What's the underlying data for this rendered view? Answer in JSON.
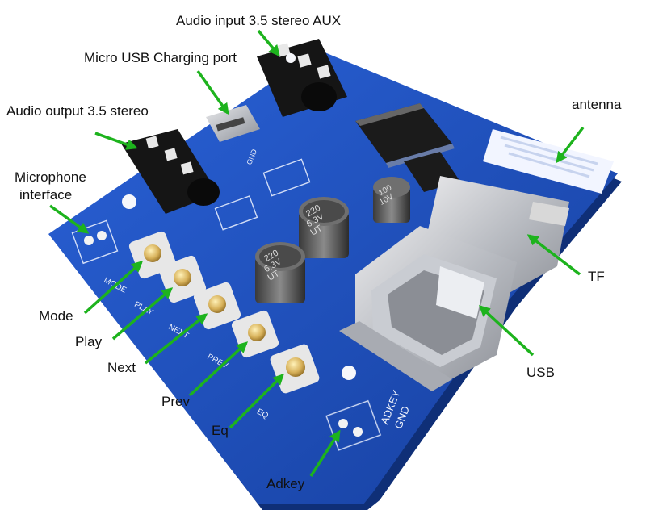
{
  "labels": {
    "audio_input": "Audio input 3.5 stereo AUX",
    "micro_usb": "Micro USB Charging port",
    "audio_output": "Audio output 3.5 stereo",
    "microphone_line1": "Microphone",
    "microphone_line2": "interface",
    "antenna": "antenna",
    "tf": "TF",
    "usb": "USB",
    "mode": "Mode",
    "play": "Play",
    "next": "Next",
    "prev": "Prev",
    "eq": "Eq",
    "adkey": "Adkey"
  },
  "silkscreen": {
    "mode": "MODE",
    "play": "PLAY",
    "next": "NEXT",
    "prev": "PREV",
    "eq": "EQ",
    "adkey": "ADKEY",
    "gnd": "GND",
    "gnd_top": "GND",
    "cap_a_line1": "220",
    "cap_a_line2": "6.3V",
    "cap_a_line3": "UT",
    "cap_b_line1": "220",
    "cap_b_line2": "6.3V",
    "cap_b_line3": "UT",
    "cap_c_line1": "100",
    "cap_c_line2": "10V"
  },
  "colors": {
    "board": "#1a4fc0",
    "board_dark": "#123a93",
    "arrow": "#1db31d",
    "background": "#ffffff"
  }
}
